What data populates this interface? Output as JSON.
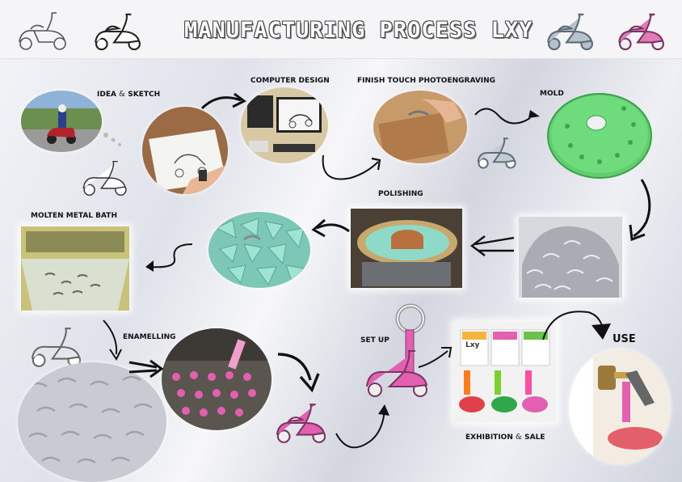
{
  "header": {
    "title": "MANUFACTURING PROCESS LXY",
    "icons": [
      "scooter-icon",
      "scooter-icon",
      "scooter-icon",
      "scooter-icon"
    ],
    "icon_colors": [
      "#ffffff",
      "#ffffff",
      "#8a9ba8",
      "#e07ab8"
    ]
  },
  "steps": {
    "idea": "IDEA",
    "idea_amp": "&",
    "idea_rest": "SKETCH",
    "computer_design": "COMPUTER DESIGN",
    "finish": "FINISH TOUCH PHOTOENGRAVING",
    "mold": "MOLD",
    "polishing": "POLISHING",
    "molten": "MOLTEN METAL BATH",
    "enamelling": "ENAMELLING",
    "setup": "SET UP",
    "exhibition": "EXHIBITION",
    "exhibition_amp": "&",
    "exhibition_rest": "SALE",
    "use": "USE"
  },
  "display_brand": "Lxy",
  "colors": {
    "mold_green": "#5fcf6e",
    "enamel_pink": "#e35fb0",
    "metal_silver": "#b9bcc2",
    "ceramic_teal": "#8fd9c8",
    "arrow": "#111111"
  }
}
